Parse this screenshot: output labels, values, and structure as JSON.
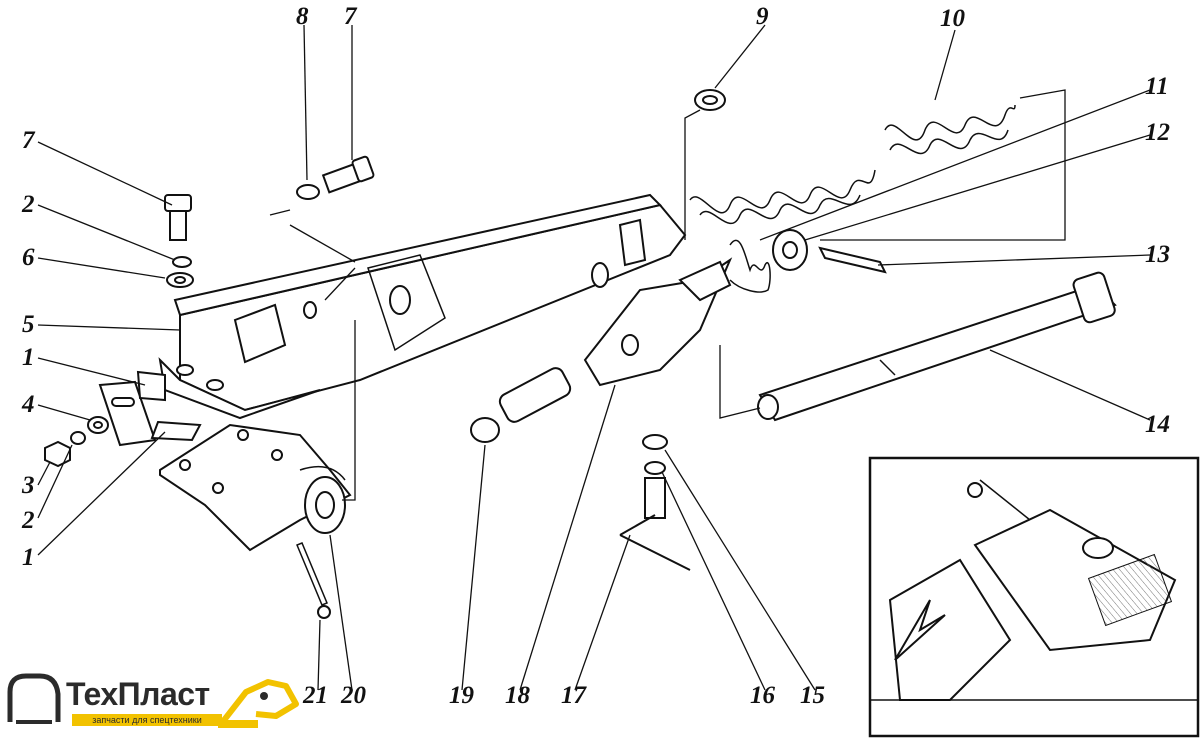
{
  "callouts": [
    {
      "id": "c1a",
      "text": "1"
    },
    {
      "id": "c1b",
      "text": "1"
    },
    {
      "id": "c2a",
      "text": "2"
    },
    {
      "id": "c2b",
      "text": "2"
    },
    {
      "id": "c3",
      "text": "3"
    },
    {
      "id": "c4",
      "text": "4"
    },
    {
      "id": "c5",
      "text": "5"
    },
    {
      "id": "c6",
      "text": "6"
    },
    {
      "id": "c7a",
      "text": "7"
    },
    {
      "id": "c7b",
      "text": "7"
    },
    {
      "id": "c8",
      "text": "8"
    },
    {
      "id": "c9",
      "text": "9"
    },
    {
      "id": "c10",
      "text": "10"
    },
    {
      "id": "c11",
      "text": "11"
    },
    {
      "id": "c12",
      "text": "12"
    },
    {
      "id": "c13",
      "text": "13"
    },
    {
      "id": "c14",
      "text": "14"
    },
    {
      "id": "c15",
      "text": "15"
    },
    {
      "id": "c16",
      "text": "16"
    },
    {
      "id": "c17",
      "text": "17"
    },
    {
      "id": "c18",
      "text": "18"
    },
    {
      "id": "c19",
      "text": "19"
    },
    {
      "id": "c20",
      "text": "20"
    },
    {
      "id": "c21",
      "text": "21"
    }
  ],
  "logo": {
    "name": "ТехПласт",
    "tagline": "запчасти для спецтехники",
    "accent": "#f2c200"
  }
}
